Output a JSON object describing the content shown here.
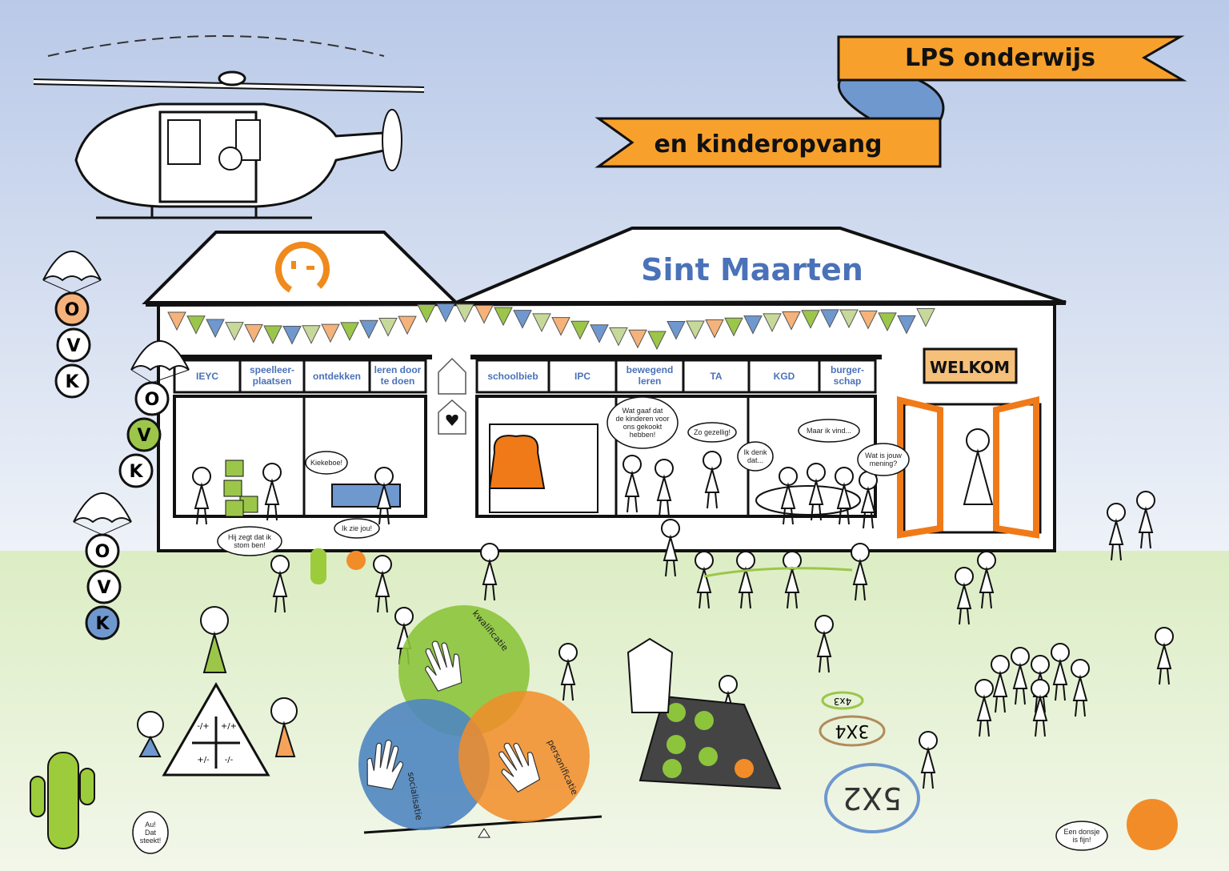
{
  "banner": {
    "line1": "LPS onderwijs",
    "line2": "en kinderopvang",
    "ribbon_color": "#f7a12c",
    "fold_color": "#6f98cf"
  },
  "building": {
    "name": "Sint Maarten",
    "logo_color": "#f08a1c",
    "welcome_sign": "WELKOM",
    "left_labels": [
      "IEYC",
      "speelleer-|plaatsen",
      "ontdekken",
      "leren door|te doen"
    ],
    "right_labels": [
      "schoolbieb",
      "IPC",
      "bewegend|leren",
      "TA",
      "KGD",
      "burger-|schap"
    ],
    "label_color": "#4a72b8"
  },
  "speech_bubbles": {
    "kiekeboe": "Kiekeboe!",
    "gekookt": "Wat gaaf dat|de kinderen voor|ons gekookt|hebben!",
    "gezellig": "Zo gezellig!",
    "ik_denk": "Ik denk|dat...",
    "maar_ik_vind": "Maar ik vind...",
    "mening": "Wat is jouw|mening?",
    "stom": "Hij zegt dat ik|stom ben!",
    "ik_zie_jou": "Ik zie jou!",
    "au": "Au!|Dat|steekt!",
    "donsje": "Een donsje|is fijn!"
  },
  "parachutes": [
    {
      "letters": [
        "O",
        "V",
        "K"
      ],
      "highlight": 0,
      "color": "#f5b27a"
    },
    {
      "letters": [
        "O",
        "V",
        "K"
      ],
      "highlight": 1,
      "color": "#9cc64a"
    },
    {
      "letters": [
        "O",
        "V",
        "K"
      ],
      "highlight": 2,
      "color": "#6f98cf"
    }
  ],
  "triangle": {
    "cells": [
      "-/+",
      "+/+",
      "+/-",
      "-/-"
    ]
  },
  "venn": {
    "circles": [
      {
        "label": "kwalificatie",
        "color": "#8cc43c"
      },
      {
        "label": "socialisatie",
        "color": "#4f86c0"
      },
      {
        "label": "personificatie",
        "color": "#f28c28"
      }
    ]
  },
  "math_circles": [
    "4x3",
    "3X4",
    "5X2"
  ],
  "colors": {
    "sky_top": "#b9c9e8",
    "sky_bottom": "#e8eef8",
    "grass": "#e6f2d4"
  }
}
